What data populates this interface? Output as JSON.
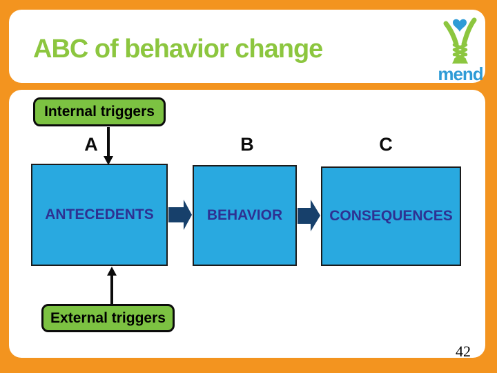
{
  "slide": {
    "title": "ABC of behavior change",
    "page_number": "42"
  },
  "logo": {
    "brand": "mend"
  },
  "diagram": {
    "internal_trigger_label": "Internal triggers",
    "external_trigger_label": "External triggers",
    "labels": {
      "a": "A",
      "b": "B",
      "c": "C"
    },
    "boxes": [
      {
        "label": "ANTECEDENTS"
      },
      {
        "label": "BEHAVIOR"
      },
      {
        "label": "CONSEQUENCES"
      }
    ]
  },
  "colors": {
    "background_orange": "#F3941F",
    "title_green": "#8CC63F",
    "trigger_green": "#7CC242",
    "box_blue": "#29A9E0",
    "box_text_navy": "#2E3192",
    "flow_arrow_navy": "#17406B",
    "logo_blue": "#2E9BD6"
  }
}
